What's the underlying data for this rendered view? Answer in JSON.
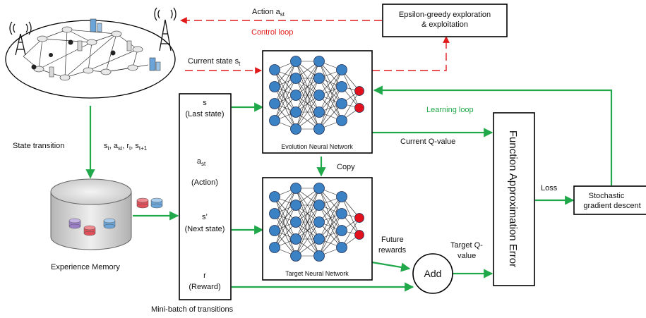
{
  "colors": {
    "control_loop": "#e11b1b",
    "learning_loop": "#21a84a",
    "neuron_blue": "#3b82c4",
    "neuron_red": "#e3111d",
    "box_stroke": "#000000"
  },
  "labels": {
    "action": "Action a",
    "action_sub": "st",
    "control_loop": "Control loop",
    "current_state": "Current state s",
    "current_state_sub": "t",
    "epsilon_line1": "Epsilon-greedy exploration",
    "epsilon_line2": "& exploitation",
    "state_transition": "State transition",
    "transition_tuple": [
      {
        "t": "s",
        "s": "t",
        "sep": ", "
      },
      {
        "t": "a",
        "s": "st",
        "sep": ", "
      },
      {
        "t": "r",
        "s": "t",
        "sep": ", "
      },
      {
        "t": "s",
        "s": "t+1",
        "sep": ""
      }
    ],
    "experience_memory": "Experience Memory",
    "minibatch": "Mini-batch of transitions",
    "s_label": "s",
    "last_state": "(Last state)",
    "a_label": "a",
    "a_sub": "st",
    "action_paren": "(Action)",
    "s_prime": "s’",
    "next_state": "(Next state)",
    "r_label": "r",
    "reward": "(Reward)",
    "evolution_nn": "Evolution Neural Network",
    "target_nn": "Target Neural Network",
    "copy": "Copy",
    "learning_loop": "Learning loop",
    "current_q": "Current Q-value",
    "future_line1": "Future",
    "future_line2": "rewards",
    "target_q_line1": "Target Q-",
    "target_q_line2": "value",
    "add": "Add",
    "function_approx": "Function Approximation Error",
    "loss": "Loss",
    "sgd_line1": "Stochastic",
    "sgd_line2": "gradient descent"
  }
}
